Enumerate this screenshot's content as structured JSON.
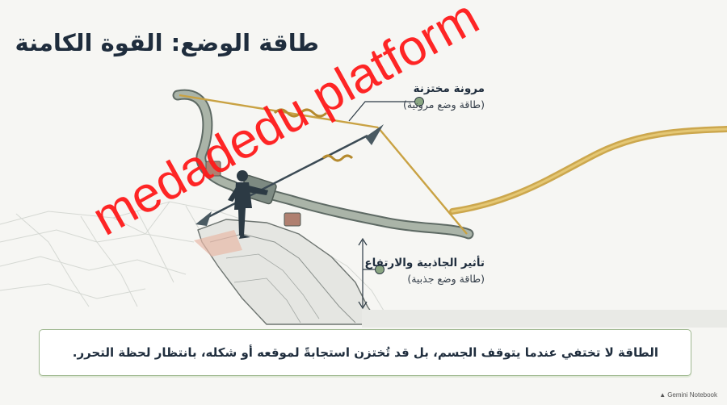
{
  "title": "طاقة الوضع: القوة الكامنة",
  "labels": {
    "elastic": {
      "main": "مرونة مختزنة",
      "sub": "(طاقة وضع مرونية)"
    },
    "gravity": {
      "main": "تأثير الجاذبية والارتفاع",
      "sub": "(طاقة وضع جذبية)"
    }
  },
  "caption": "الطاقة لا تختفي عندما يتوقف الجسم، بل قد تُختزن استجابةً لموقعه أو شكله، بانتظار لحظة التحرر.",
  "watermark": "medadedu platform",
  "branding": "Gemini Notebook",
  "colors": {
    "title": "#1f2d3d",
    "rope": "#c9a243",
    "bow": "#aab4a8",
    "cliff": "#e5e6e2",
    "caption_border": "#9fb890",
    "watermark": "#ff1a1a"
  }
}
